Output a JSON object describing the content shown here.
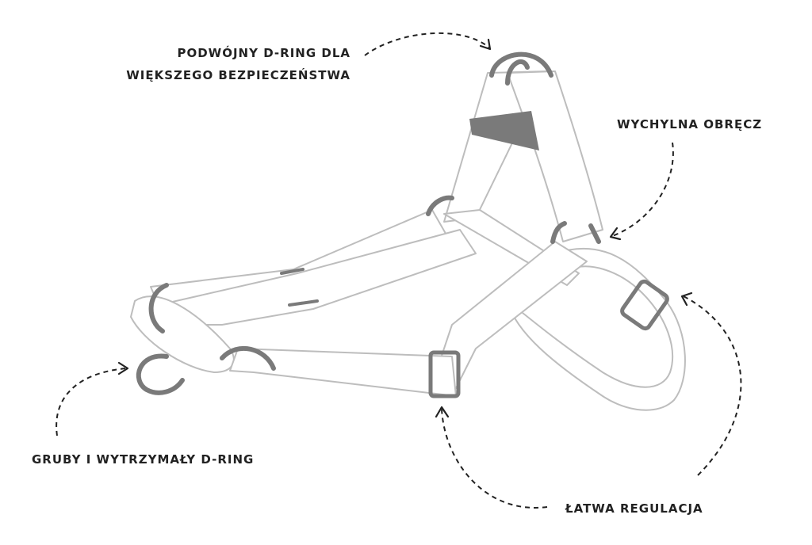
{
  "labels": {
    "double_dring_line1": "PODWÓJNY D-RING DLA",
    "double_dring_line2": "WIĘKSZEGO BEZPIECZEŃSTWA",
    "tilting_ring": "WYCHYLNA OBRĘCZ",
    "thick_dring": "GRUBY I WYTRZYMAŁY D-RING",
    "easy_adjust": "ŁATWA REGULACJA"
  },
  "colors": {
    "strap_outline": "#bdbdbd",
    "hardware": "#7a7a7a",
    "text": "#222222"
  }
}
